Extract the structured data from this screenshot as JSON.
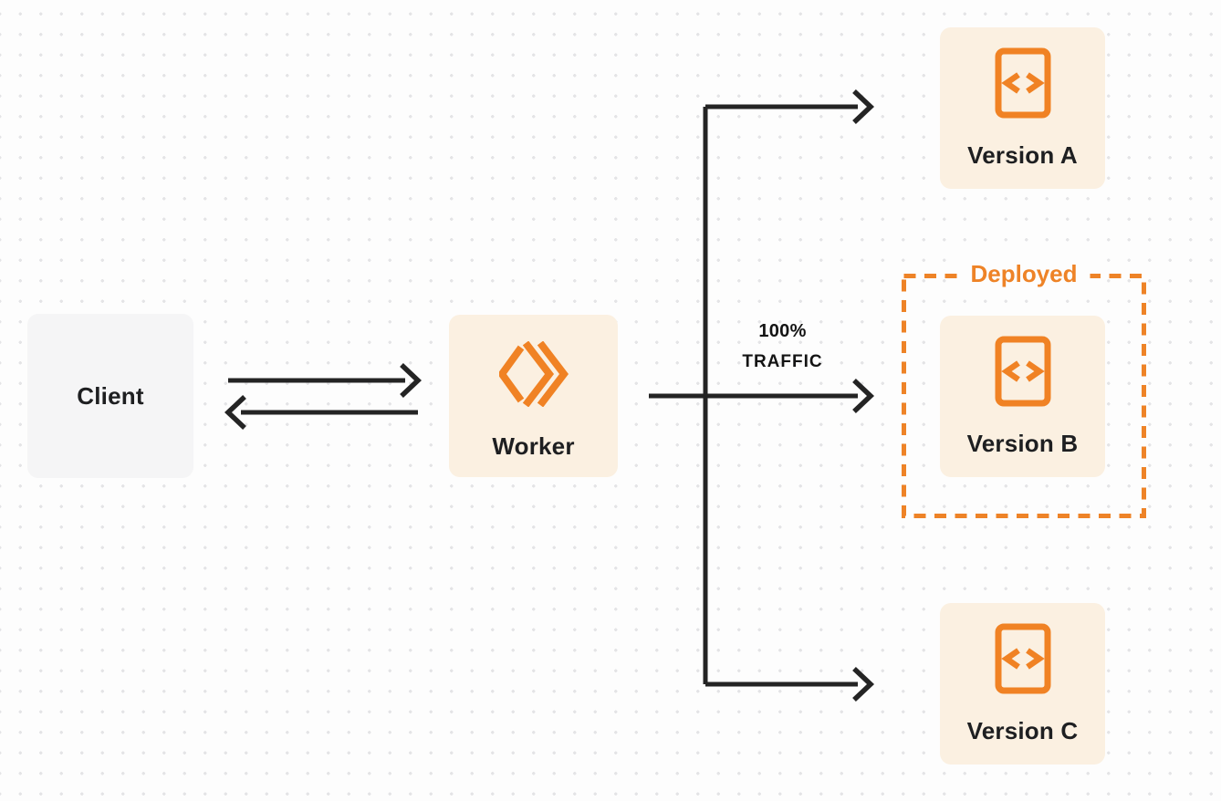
{
  "diagram": {
    "title": "worker traffic routing diagram",
    "nodes": {
      "client": {
        "label": "Client"
      },
      "worker": {
        "label": "Worker"
      },
      "version_a": {
        "label": "Version A"
      },
      "version_b": {
        "label": "Version B"
      },
      "version_c": {
        "label": "Version C"
      }
    },
    "annotations": {
      "deployed_label": "Deployed",
      "traffic_line1": "100%",
      "traffic_line2": "TRAFFIC"
    },
    "edges": [
      {
        "from": "client",
        "to": "worker",
        "style": "arrow-right"
      },
      {
        "from": "worker",
        "to": "client",
        "style": "arrow-left"
      },
      {
        "from": "worker",
        "to": "version_a",
        "style": "elbow-arrow"
      },
      {
        "from": "worker",
        "to": "version_b",
        "style": "arrow",
        "label": "100% TRAFFIC"
      },
      {
        "from": "worker",
        "to": "version_c",
        "style": "elbow-arrow"
      }
    ],
    "icons": {
      "worker_icon": "workers-double-chevron-icon",
      "version_icon": "code-brackets-document-icon"
    },
    "colors": {
      "background": "#fdfdfd",
      "dot_grid": "#e4e4e6",
      "arrow": "#242424",
      "orange": "#ee8327",
      "cream_box": "#fbf0e1",
      "client_box": "#f5f5f6",
      "text_dark": "#1e1f21"
    }
  }
}
